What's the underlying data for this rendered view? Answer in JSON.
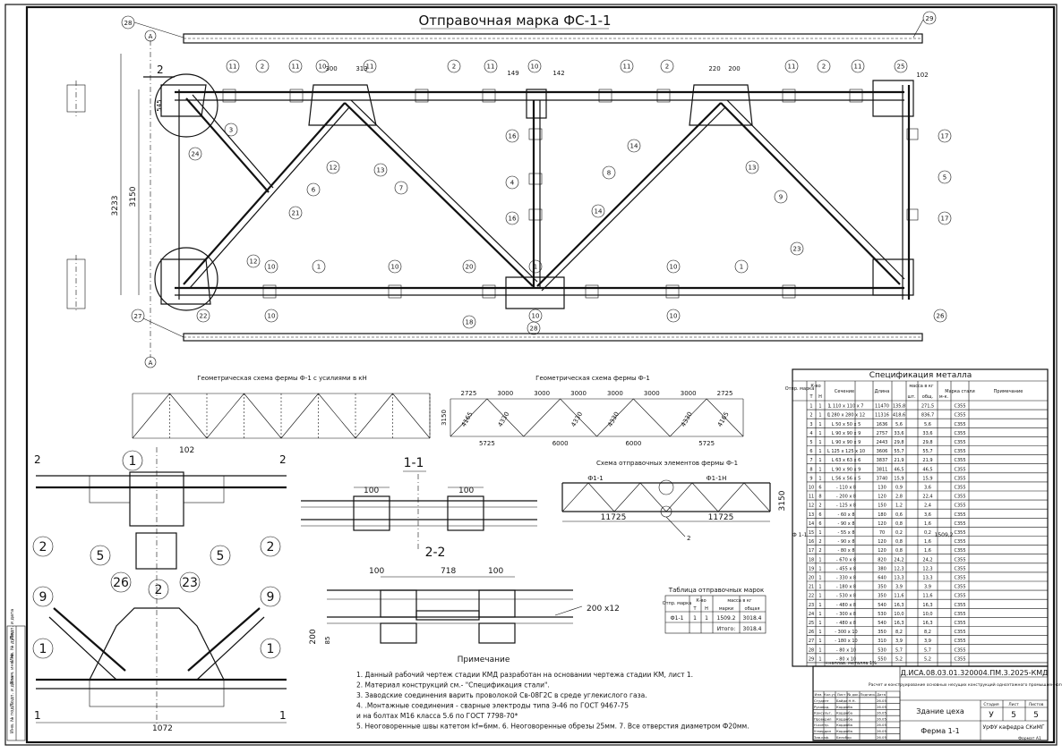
{
  "title": "Отправочная марка ФС-1-1",
  "top_dims": [
    "300",
    "313",
    "149",
    "142",
    "220",
    "200",
    "102"
  ],
  "left_dims": [
    "3233",
    "3150",
    "545"
  ],
  "bubbles_top": [
    "11",
    "2",
    "11",
    "10",
    "11",
    "2",
    "11",
    "10",
    "11",
    "2",
    "11",
    "2",
    "11",
    "25"
  ],
  "bubbles_side": [
    "3",
    "24",
    "12",
    "6",
    "21",
    "13",
    "7",
    "16",
    "4",
    "16",
    "14",
    "8",
    "14",
    "13",
    "9",
    "17",
    "5",
    "17",
    "23",
    "12",
    "20",
    "18"
  ],
  "bubbles_bottom": [
    "10",
    "1",
    "10",
    "10",
    "1",
    "10",
    "10",
    "1",
    "10",
    "22",
    "28",
    "26"
  ],
  "axis_label_a": "А",
  "callout_left_28": "28",
  "callout_right_29": "29",
  "callout_27": "27",
  "section_marker": "2",
  "geom1_title": "Геометрическая схема фермы Ф-1 с усилиями в кН",
  "geom2_title": "Геометрическая схема фермы Ф-1",
  "geom2_top_dims": [
    "2725",
    "3000",
    "3000",
    "3000",
    "3000",
    "3000",
    "3000",
    "2725"
  ],
  "geom2_diag": [
    "4165",
    "4330",
    "4330",
    "4330",
    "4330",
    "4165"
  ],
  "geom2_height": "3150",
  "geom2_bottom_dims": [
    "5725",
    "6000",
    "6000",
    "5725"
  ],
  "schema_title": "Схема отправочных элементов фермы Ф-1",
  "schema_left": "Ф1-1",
  "schema_right": "Ф1-1Н",
  "schema_dims": [
    "11725",
    "11725"
  ],
  "schema_height": "3150",
  "schema_call": "2",
  "section11": "1-1",
  "section22": "2-2",
  "sec11_dims": [
    "100",
    "100"
  ],
  "sec22_dims": [
    "100",
    "718",
    "100"
  ],
  "sec22_plate": "200 x12",
  "sec22_side": [
    "200",
    "85"
  ],
  "detail_labels": [
    "1",
    "2",
    "2",
    "5",
    "5",
    "26",
    "23",
    "2",
    "9",
    "9",
    "1",
    "1"
  ],
  "detail_dims": [
    "102",
    "1072"
  ],
  "detail_markers": [
    "2",
    "2",
    "1",
    "1"
  ],
  "otpr_table": {
    "title": "Таблица отправочных марок",
    "headers": [
      "Отпр. марка",
      "К-во",
      "масса в кг",
      "Т",
      "Н",
      "марки",
      "общая"
    ],
    "rows": [
      [
        "Ф1-1",
        "1",
        "1",
        "1509.2",
        "3018.4"
      ],
      [
        "",
        "",
        "",
        "Итого:",
        "3018.4"
      ]
    ]
  },
  "notes_title": "Примечание",
  "notes": [
    "1.       Данный рабочий чертеж стадии КМД разработан на основании чертежа стадии КМ, лист 1.",
    "2.       Материал конструкций см.- \"Спецификация стали\".",
    "3.       Заводские соединения варить проволокой Св-08Г2С в среде углекислого газа.",
    "4.       .Монтажные соединения - сварные электроды типа Э-46 по ГОСТ 9467-75",
    "   и на болтах М16 класса 5.6 по ГОСТ 7798-70*",
    "5. Неоговоренные швы катетом kf=6мм. 6. Неоговоренные обрезы 25мм. 7. Все отверстия диаметром Ф20мм."
  ],
  "spec": {
    "title": "Спецификация металла",
    "headers": [
      "Отпр. марка",
      "К-во",
      "Т",
      "Н",
      "Сечение",
      "Длина",
      "масса в кг",
      "шт.",
      "общ.",
      "м-к.",
      "Марка стали",
      "Примечание"
    ],
    "mark": "Ф 1-1",
    "total_mass": "1509,2",
    "rows": [
      [
        "1",
        "1",
        "1",
        "L 110 x 110 x 7",
        "11470",
        "135,8",
        "271,5",
        "С355"
      ],
      [
        "2",
        "1",
        "1",
        "L 280 x 280 x 12",
        "11316",
        "418,6",
        "836,7",
        "С355"
      ],
      [
        "3",
        "1",
        "",
        "L 50 x 50 x 5",
        "1636",
        "5,6",
        "5,6",
        "С355"
      ],
      [
        "4",
        "1",
        "",
        "L 90 x 90 x 9",
        "2757",
        "33,6",
        "33,6",
        "С355"
      ],
      [
        "5",
        "1",
        "",
        "L 90 x 90 x 9",
        "2443",
        "29,8",
        "29,8",
        "С355"
      ],
      [
        "6",
        "1",
        "",
        "L 125 x 125 x 10",
        "3606",
        "55,7",
        "55,7",
        "С355"
      ],
      [
        "7",
        "1",
        "",
        "L 63 x 63 x 6",
        "3837",
        "21,9",
        "21,9",
        "С355"
      ],
      [
        "8",
        "1",
        "",
        "L 90 x 90 x 9",
        "3811",
        "46,5",
        "46,5",
        "С355"
      ],
      [
        "9",
        "1",
        "",
        "L 56 x 56 x 5",
        "3740",
        "15,9",
        "15,9",
        "С355"
      ],
      [
        "10",
        "6",
        "",
        "- 110 x 8",
        "130",
        "0,9",
        "3,6",
        "С355"
      ],
      [
        "11",
        "8",
        "",
        "- 200 x 8",
        "120",
        "2,8",
        "22,4",
        "С355"
      ],
      [
        "12",
        "2",
        "",
        "- 125 x 8",
        "150",
        "1,2",
        "2,4",
        "С355"
      ],
      [
        "13",
        "6",
        "",
        "- 60 x 8",
        "180",
        "0,6",
        "3,6",
        "С355"
      ],
      [
        "14",
        "6",
        "",
        "- 90 x 8",
        "120",
        "0,8",
        "1,6",
        "С355"
      ],
      [
        "15",
        "1",
        "",
        "- 55 x 8",
        "70",
        "0,2",
        "0,2",
        "С355"
      ],
      [
        "16",
        "2",
        "",
        "- 90 x 8",
        "120",
        "0,8",
        "1,6",
        "С355"
      ],
      [
        "17",
        "2",
        "",
        "- 80 x 8",
        "120",
        "0,8",
        "1,6",
        "С355"
      ],
      [
        "18",
        "1",
        "",
        "- 670 x 8",
        "820",
        "24,2",
        "24,2",
        "С355"
      ],
      [
        "19",
        "1",
        "",
        "- 455 x 8",
        "380",
        "12,3",
        "12,3",
        "С355"
      ],
      [
        "20",
        "1",
        "",
        "- 330 x 8",
        "640",
        "13,3",
        "13,3",
        "С355"
      ],
      [
        "21",
        "1",
        "",
        "- 180 x 8",
        "350",
        "3,9",
        "3,9",
        "С355"
      ],
      [
        "22",
        "1",
        "",
        "- 530 x 8",
        "350",
        "11,6",
        "11,6",
        "С355"
      ],
      [
        "23",
        "1",
        "",
        "- 480 x 8",
        "540",
        "16,3",
        "16,3",
        "С355"
      ],
      [
        "24",
        "1",
        "",
        "- 300 x 8",
        "530",
        "10,0",
        "10,0",
        "С355"
      ],
      [
        "25",
        "1",
        "",
        "- 480 x 8",
        "540",
        "16,3",
        "16,3",
        "С355"
      ],
      [
        "26",
        "1",
        "",
        "- 300 x 10",
        "350",
        "8,2",
        "8,2",
        "С355"
      ],
      [
        "27",
        "1",
        "",
        "- 180 x 10",
        "310",
        "3,9",
        "3,9",
        "С355"
      ],
      [
        "28",
        "1",
        "",
        "- 80 x 10",
        "530",
        "5,7",
        "5,7",
        "С355"
      ],
      [
        "29",
        "1",
        "",
        "- 80 x 10",
        "550",
        "5,2",
        "5,2",
        "С355"
      ]
    ],
    "footnote": "+наплав. металла 1%"
  },
  "stamp": {
    "code": "Д.ИСА.08.03.01.320004.ПМ.3.2025-КМД",
    "subject": "Расчет и конструирование основных несущих конструкций одноэтажного промышленного здания",
    "building": "Здание цеха",
    "sheet_name": "Ферма 1-1",
    "stage_head": [
      "Стадия",
      "Лист",
      "Листов"
    ],
    "stage_vals": [
      "У",
      "5",
      "5"
    ],
    "org": "УрФУ кафедра СКиМГ",
    "format": "Формат А1",
    "col_heads": [
      "Изм.",
      "Кол.уч",
      "Лист",
      "№ док.",
      "Подпись",
      "Дата"
    ],
    "roles": [
      "Студент",
      "Руковод.",
      "Консульт.",
      "Проверил",
      "Н.контр.",
      "Утвердил",
      "Зав.каф."
    ],
    "names": [
      "Байда Н.Н.",
      "Кордюба",
      "Кордюба",
      "Кордюба",
      "Кордюба",
      "Кордюба",
      "Белобор"
    ],
    "dates": [
      "26.05",
      "26.05",
      "26.05",
      "26.05",
      "26.05",
      "26.05",
      "26.05"
    ]
  },
  "left_strip": [
    "Инв. № подл.",
    "Подп. и дата",
    "Взам. инв. №",
    "Инв. № дубл.",
    "Подп. и дата"
  ]
}
